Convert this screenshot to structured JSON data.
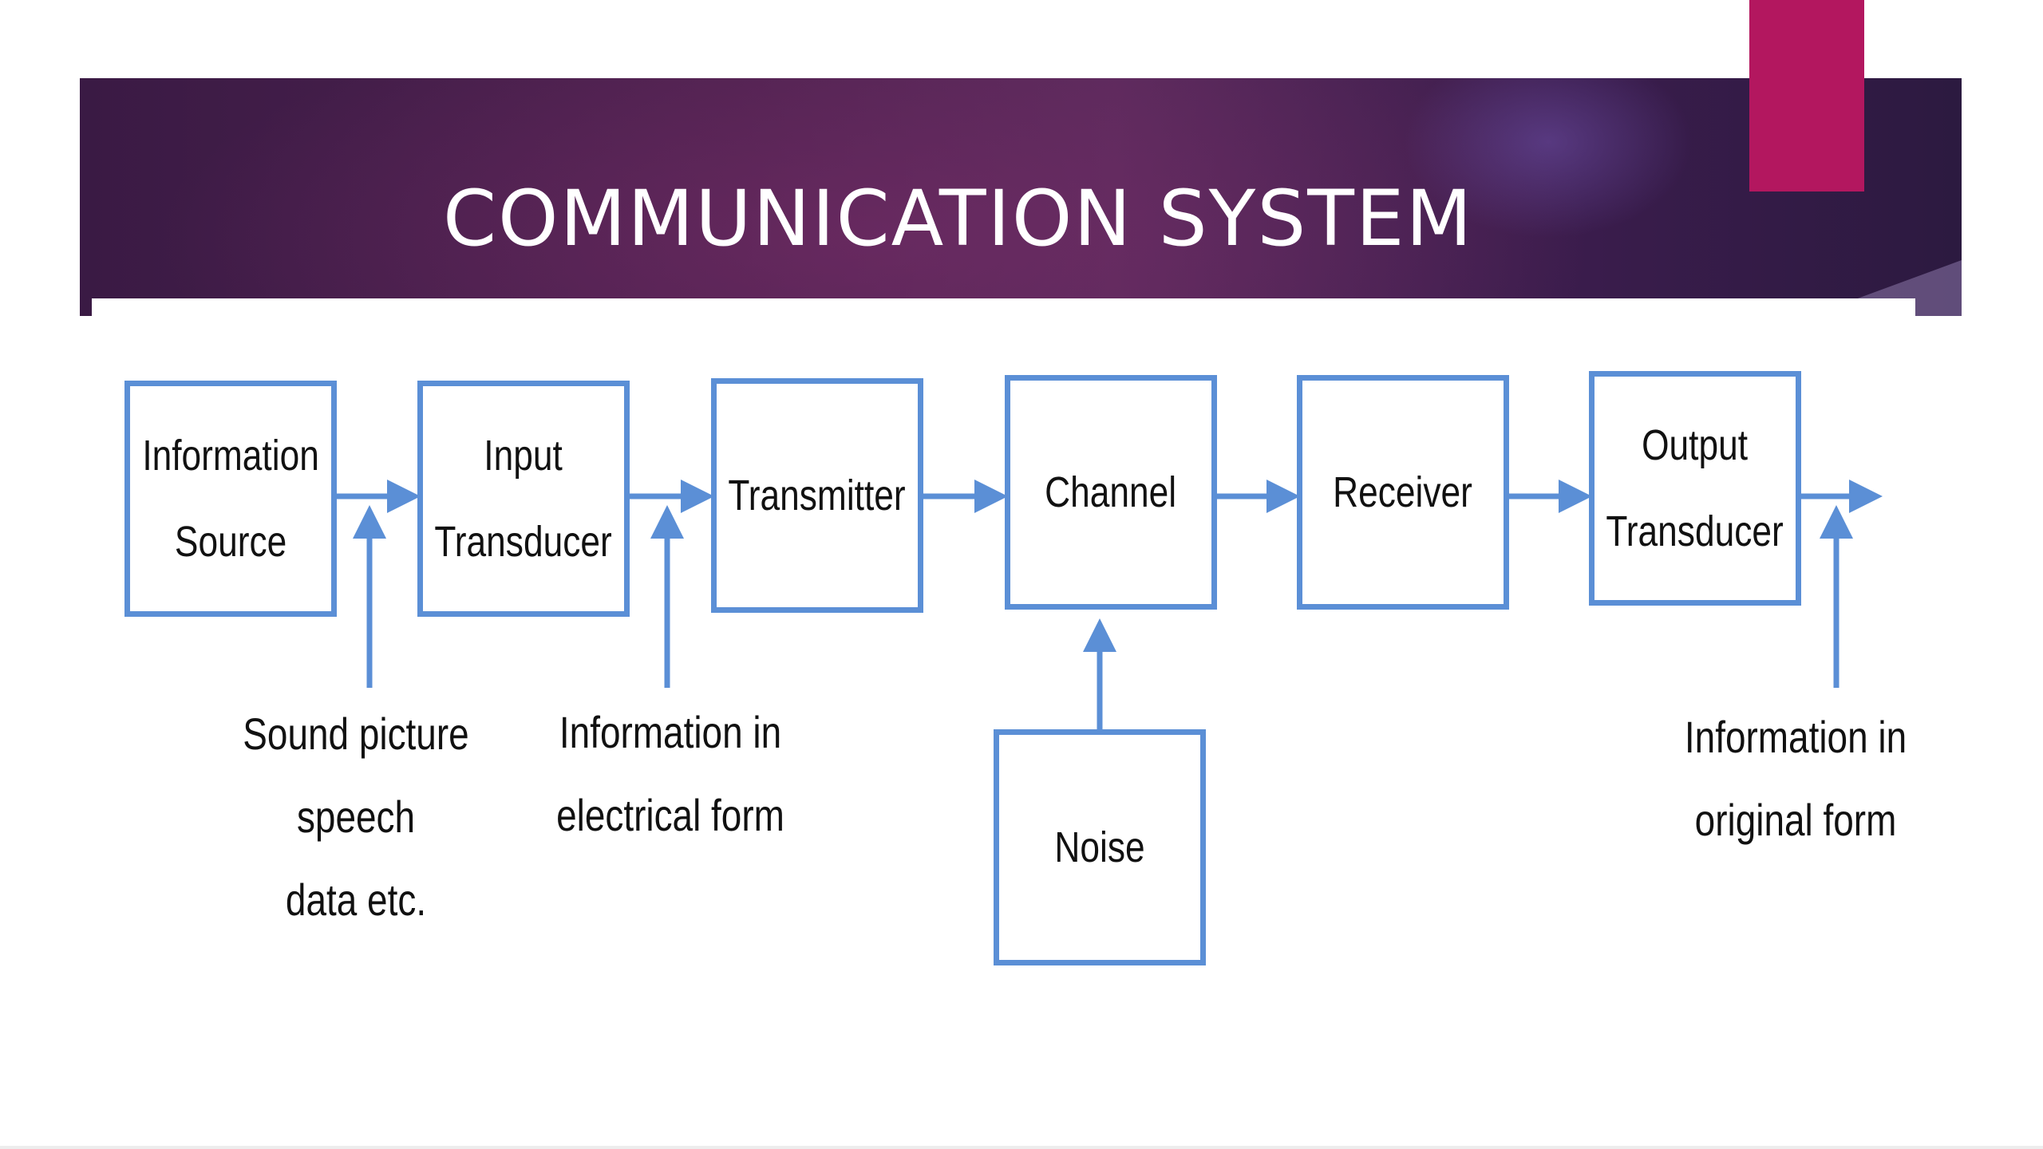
{
  "slide": {
    "title": "COMMUNICATION SYSTEM"
  },
  "colors": {
    "title_bar": "#4f2250",
    "accent": "#b3175f",
    "diagram_line": "#5b8fd6",
    "text": "#111111"
  },
  "diagram": {
    "blocks": [
      {
        "id": "information-source",
        "label": "Information\nSource"
      },
      {
        "id": "input-transducer",
        "label": "Input\nTransducer"
      },
      {
        "id": "transmitter",
        "label": "Transmitter"
      },
      {
        "id": "channel",
        "label": "Channel"
      },
      {
        "id": "receiver",
        "label": "Receiver"
      },
      {
        "id": "output-transducer",
        "label": "Output\nTransducer"
      },
      {
        "id": "noise",
        "label": "Noise"
      }
    ],
    "captions": [
      {
        "id": "sound-picture",
        "text": "Sound picture speech\ndata etc."
      },
      {
        "id": "electrical-form",
        "text": "Information in\nelectrical form"
      },
      {
        "id": "original-form",
        "text": "Information in\noriginal form"
      }
    ]
  }
}
